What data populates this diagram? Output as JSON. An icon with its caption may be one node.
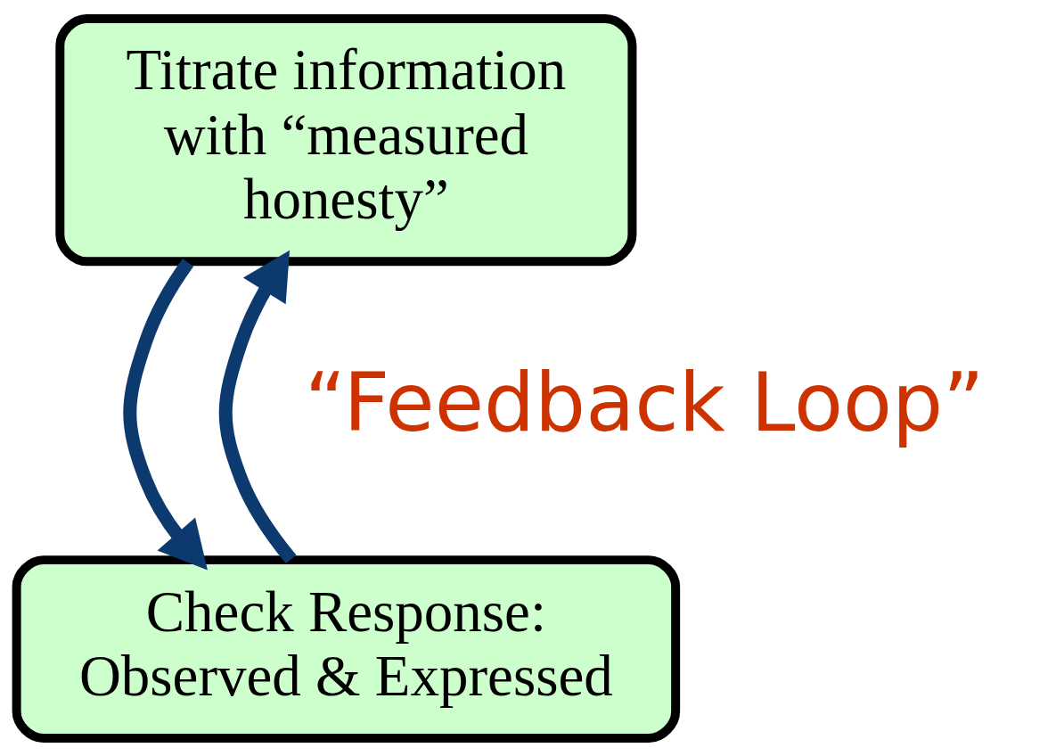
{
  "diagram": {
    "nodes": [
      {
        "text": [
          "Titrate information with “measured honesty”"
        ]
      },
      {
        "text": [
          "Check Response: Observed & Expressed"
        ]
      }
    ],
    "edges": [
      {
        "from": 0,
        "to": 1,
        "arrow": "to"
      },
      {
        "from": 1,
        "to": 0,
        "arrow": "to"
      }
    ],
    "labels": [
      "“Feedback Loop”"
    ]
  }
}
